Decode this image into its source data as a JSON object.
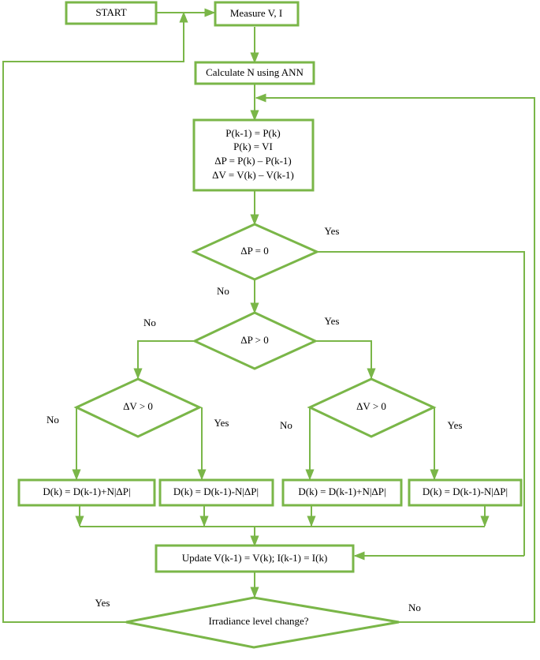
{
  "colors": {
    "stroke": "#7ab648",
    "text": "#000000",
    "background": "#ffffff"
  },
  "nodes": {
    "start": "START",
    "measure": "Measure V, I",
    "calc_n": "Calculate N using ANN",
    "compute": [
      "P(k-1) = P(k)",
      "P(k) = VI",
      "ΔP = P(k) – P(k-1)",
      "ΔV = V(k) – V(k-1)"
    ],
    "dp_zero": "ΔP = 0",
    "dp_pos": "ΔP > 0",
    "dv_pos_left": "ΔV > 0",
    "dv_pos_right": "ΔV > 0",
    "d1": "D(k) = D(k-1)+N|ΔP|",
    "d2": "D(k) = D(k-1)-N|ΔP|",
    "d3": "D(k) = D(k-1)+N|ΔP|",
    "d4": "D(k) = D(k-1)-N|ΔP|",
    "update": "Update V(k-1) = V(k); I(k-1) = I(k)",
    "irradiance": "Irradiance level change?"
  },
  "labels": {
    "dp_zero_yes": "Yes",
    "dp_zero_no": "No",
    "dp_pos_no": "No",
    "dp_pos_yes": "Yes",
    "dv_left_no": "No",
    "dv_left_yes": "Yes",
    "dv_right_no": "No",
    "dv_right_yes": "Yes",
    "irr_yes": "Yes",
    "irr_no": "No"
  }
}
